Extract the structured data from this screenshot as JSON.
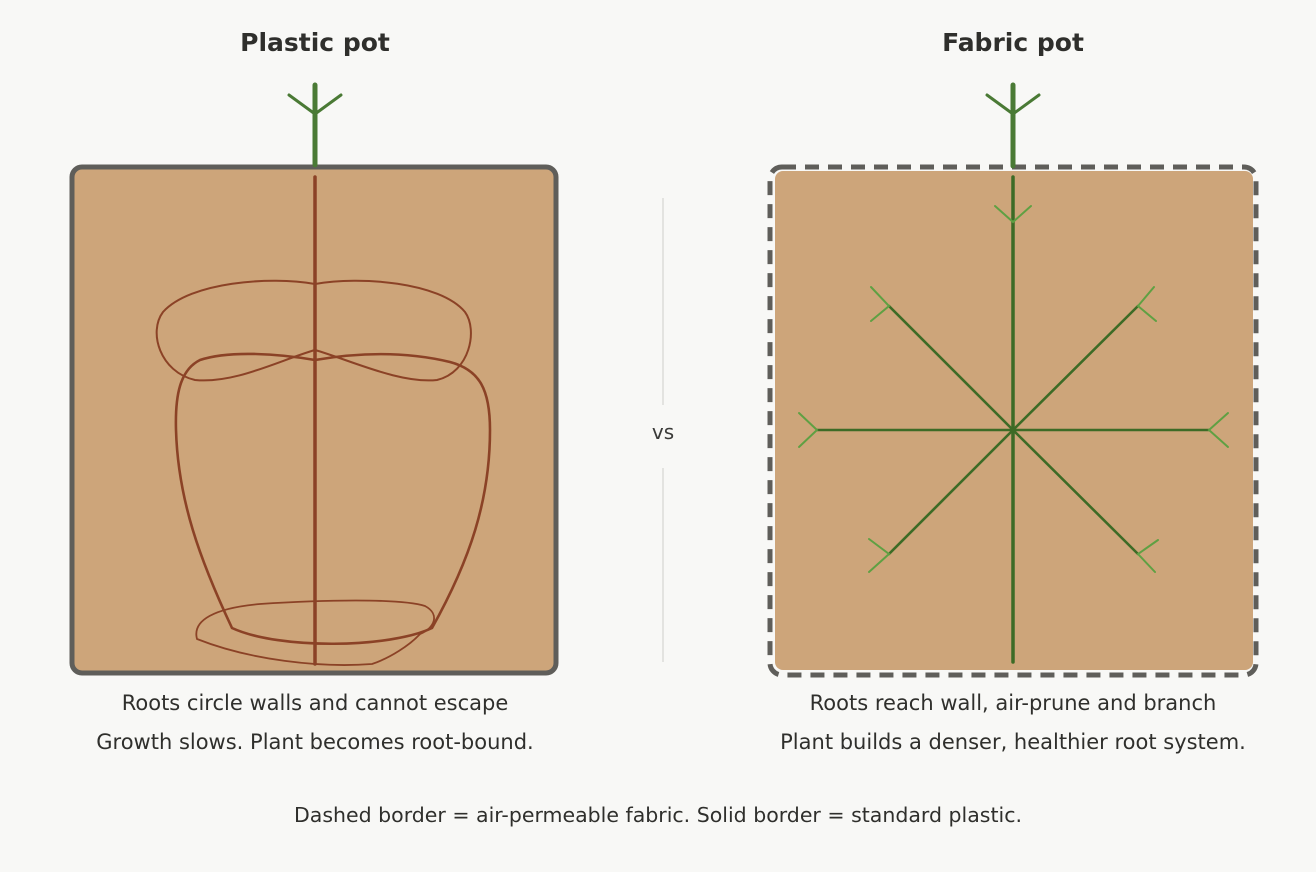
{
  "left": {
    "title": "Plastic pot",
    "caption_line1": "Roots circle walls and cannot escape",
    "caption_line2": "Growth slows. Plant becomes root-bound."
  },
  "right": {
    "title": "Fabric pot",
    "caption_line1": "Roots reach wall, air-prune and branch",
    "caption_line2": "Plant builds a denser, healthier root system."
  },
  "divider_label": "vs",
  "footnote": "Dashed border = air-permeable fabric. Solid border = standard plastic.",
  "colors": {
    "soil": "#cda57a",
    "pot_border": "#5f5e5a",
    "circling_root": "#8b4226",
    "shoot": "#4a7a35",
    "fabric_root": "#3d6b26",
    "root_tip": "#5fa043"
  }
}
